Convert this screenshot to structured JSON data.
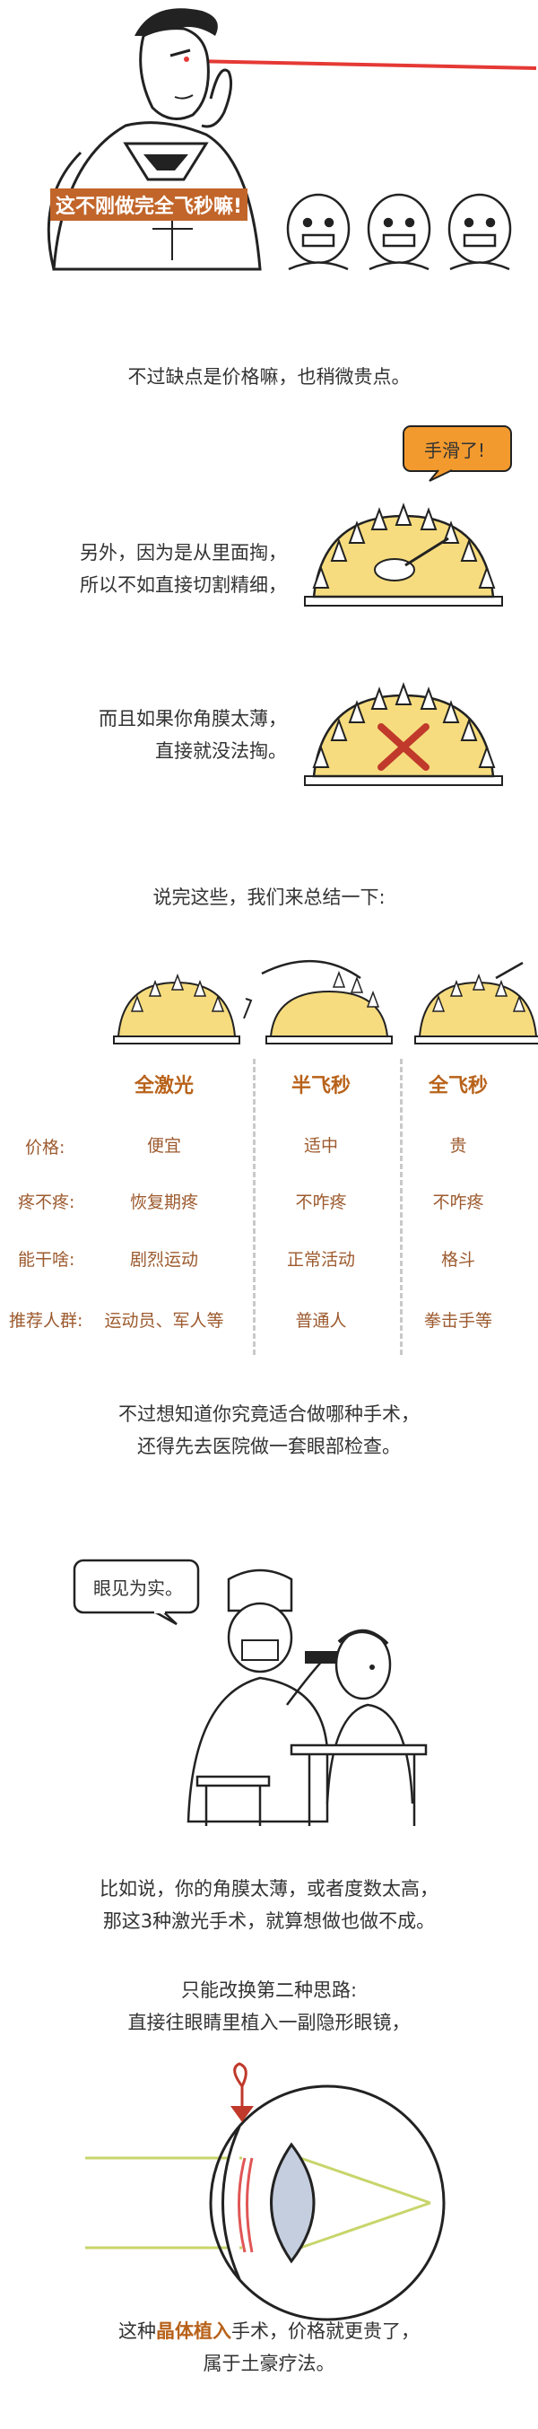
{
  "comic": {
    "superhero_caption": "这不刚做完全飞秒嘛!",
    "speech_bubble_slip": "手滑了!",
    "speech_bubble_doctor": "眼见为实。"
  },
  "paragraphs": {
    "price_note": "不过缺点是价格嘛，也稍微贵点。",
    "scoop_line1": "另外，因为是从里面掏，",
    "scoop_line2": "所以不如直接切割精细，",
    "thin_line1": "而且如果你角膜太薄，",
    "thin_line2": "直接就没法掏。",
    "summary": "说完这些，我们来总结一下:",
    "exam_line1": "不过想知道你究竟适合做哪种手术，",
    "exam_line2": "还得先去医院做一套眼部检查。",
    "cannot_line1": "比如说，你的角膜太薄，或者度数太高，",
    "cannot_line2": "那这3种激光手术，就算想做也做不成。",
    "second_line1": "只能改换第二种思路:",
    "second_line2": "直接往眼睛里植入一副隐形眼镜，",
    "icl_pre": "这种",
    "icl_highlight": "晶体植入",
    "icl_post": "手术，价格就更贵了，",
    "icl_line2": "属于土豪疗法。"
  },
  "comparison": {
    "columns": [
      "全激光",
      "半飞秒",
      "全飞秒"
    ],
    "rows": [
      {
        "label": "价格:",
        "values": [
          "便宜",
          "适中",
          "贵"
        ]
      },
      {
        "label": "疼不疼:",
        "values": [
          "恢复期疼",
          "不咋疼",
          "不咋疼"
        ]
      },
      {
        "label": "能干啥:",
        "values": [
          "剧烈运动",
          "正常活动",
          "格斗"
        ]
      },
      {
        "label": "推荐人群:",
        "values": [
          "运动员、军人等",
          "普通人",
          "拳击手等"
        ]
      }
    ]
  },
  "colors": {
    "accent": "#b8621a",
    "cake": "#f6dc7e",
    "cross": "#c0392b",
    "laser": "#e53935",
    "lens": "#c5cede"
  }
}
